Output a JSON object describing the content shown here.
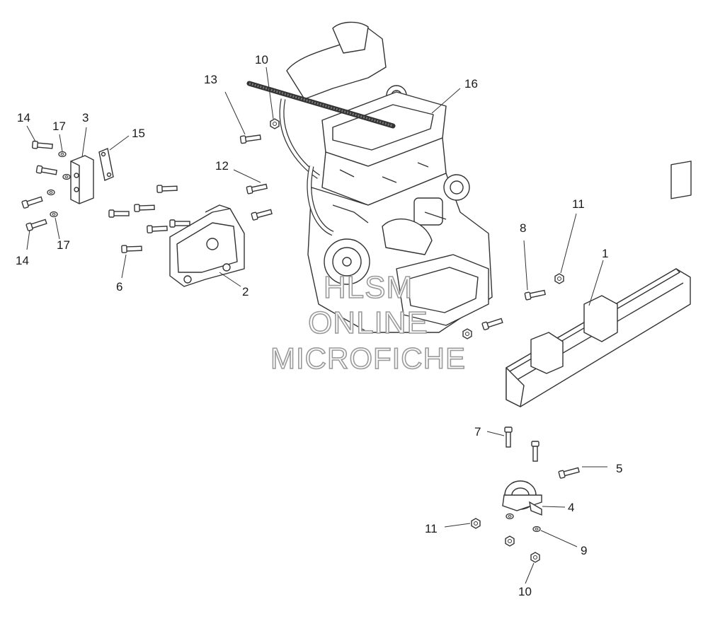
{
  "diagram": {
    "callouts": [
      {
        "id": "c14a",
        "label": "14"
      },
      {
        "id": "c17a",
        "label": "17"
      },
      {
        "id": "c3",
        "label": "3"
      },
      {
        "id": "c15",
        "label": "15"
      },
      {
        "id": "c14b",
        "label": "14"
      },
      {
        "id": "c17b",
        "label": "17"
      },
      {
        "id": "c6",
        "label": "6"
      },
      {
        "id": "c2",
        "label": "2"
      },
      {
        "id": "c13",
        "label": "13"
      },
      {
        "id": "c10a",
        "label": "10"
      },
      {
        "id": "c12",
        "label": "12"
      },
      {
        "id": "c16",
        "label": "16"
      },
      {
        "id": "c8",
        "label": "8"
      },
      {
        "id": "c11a",
        "label": "11"
      },
      {
        "id": "c1",
        "label": "1"
      },
      {
        "id": "c7",
        "label": "7"
      },
      {
        "id": "c5",
        "label": "5"
      },
      {
        "id": "c4",
        "label": "4"
      },
      {
        "id": "c11b",
        "label": "11"
      },
      {
        "id": "c9",
        "label": "9"
      },
      {
        "id": "c10b",
        "label": "10"
      }
    ]
  },
  "watermark": {
    "line1": "HLSM",
    "line2": "ONLINE",
    "line3": "MICROFICHE"
  }
}
